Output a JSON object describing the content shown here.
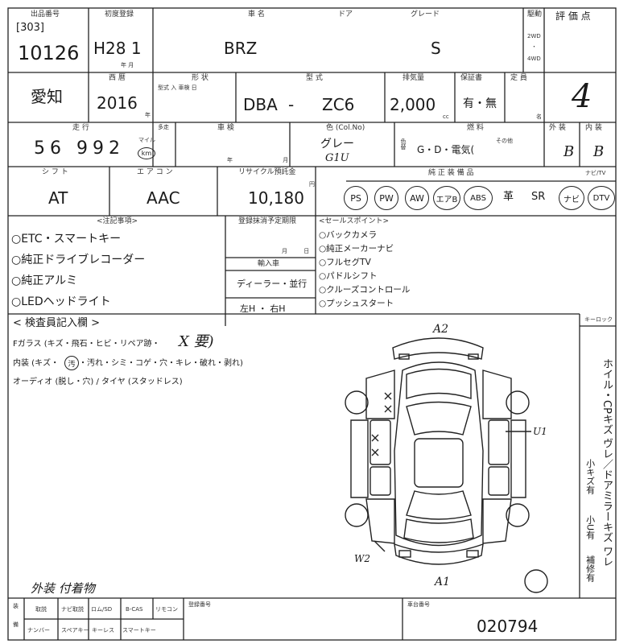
{
  "header": {
    "lot_label": "出品番号",
    "lot_prefix": "[303]",
    "lot_number": "10126",
    "first_reg_label": "初度登録",
    "first_reg": "H28 1",
    "first_reg_sub": "年 月",
    "car_name_label": "車 名",
    "car_name": "BRZ",
    "door_label": "ドア",
    "grade_label": "グレード",
    "grade": "S",
    "drive_label": "駆動",
    "drive_2wd": "2WD",
    "drive_dot": "・",
    "drive_4wd": "4WD",
    "score_label": "評 価 点"
  },
  "row2": {
    "region": "愛知",
    "year_label": "西 暦",
    "year": "2016",
    "year_unit": "年",
    "shape_label": "形 状",
    "shape_sub": "型式 入 車検 日",
    "model_label": "型 式",
    "model_prefix": "DBA",
    "model_dash": "-",
    "model_code": "ZC6",
    "displacement_label": "排気量",
    "displacement": "2,000",
    "displacement_unit": "cc",
    "warranty_label": "保証書",
    "warranty": "有・無",
    "capacity_label": "定 員",
    "capacity_unit": "名",
    "score": "4"
  },
  "row3": {
    "mileage_label": "走 行",
    "mileage_note": "多走",
    "mileage": "56 992",
    "mile_unit": "マイル",
    "km_unit": "km",
    "inspection_label": "車 検",
    "inspection_unit": "年 月",
    "color_label": "色 (Col.No)",
    "color": "グレー",
    "color_code": "G1U",
    "repaint_label": "色替",
    "fuel_label": "燃 料",
    "fuel": "G・D・電気(",
    "fuel_other": "その他",
    "exterior_label": "外 装",
    "exterior_grade": "B",
    "interior_label": "内 装",
    "interior_grade": "B"
  },
  "row4": {
    "shift_label": "シ フ ト",
    "shift": "AT",
    "ac_label": "エ ア コ ン",
    "ac": "AAC",
    "recycle_label": "リサイクル預託金",
    "recycle": "10,180",
    "recycle_unit": "円",
    "equipment_label": "純 正 装 備 品",
    "equipment": [
      "PS",
      "PW",
      "AW",
      "エアB",
      "ABS"
    ],
    "equipment_plain": [
      "革",
      "SR"
    ],
    "equipment_circled": [
      "ナビ",
      "DTV"
    ],
    "navi_label": "ナビ/TV"
  },
  "notes": {
    "label": "<注記事項>",
    "items": [
      "○ETC・スマートキー",
      "○純正ドライブレコーダー",
      "○純正アルミ",
      "○LEDヘッドライト"
    ]
  },
  "registration": {
    "label": "登録抹消予定期限",
    "date_unit": "月 日",
    "import_label": "輸入車",
    "import": "ディーラー・並行",
    "handle": "左H ・ 右H"
  },
  "sales_points": {
    "label": "<セールスポイント>",
    "items": [
      "○バックカメラ",
      "○純正メーカーナビ",
      "○フルセグTV",
      "○パドルシフト",
      "○クルーズコントロール",
      "○プッシュスタート"
    ]
  },
  "inspector": {
    "label": "< 検査員記入欄 >",
    "glass": "Fガラス (キズ・飛石・ヒビ・リペア跡・",
    "glass_mark": "X 要)",
    "interior": "内装 (キズ・",
    "interior_circled": "汚",
    "interior_rest": "・汚れ・シミ・コゲ・穴・キレ・破れ・剥れ)",
    "audio": "オーディオ (脱し・穴) / タイヤ (スタッドレス)",
    "exterior_attach": "外装 付着物"
  },
  "diagram": {
    "key_label": "キーロック",
    "mark_top": "A2",
    "mark_right": "U1",
    "mark_left": "W2",
    "mark_bottom": "A1",
    "side_notes_1": "ホイル・CPキズ ヴレ／ドアミラーキズ ワレ",
    "side_notes_2": "小キズ有",
    "side_notes_3": "小U有",
    "side_notes_4": "補修有"
  },
  "footer": {
    "row_label_1": "装",
    "row_label_2": "備",
    "items_top": [
      "取説",
      "ナビ取説",
      "ロム/SD",
      "B-CAS",
      "リモコン"
    ],
    "items_bottom": [
      "ナンバー",
      "スペアキー",
      "キーレス",
      "スマートキー"
    ],
    "reg_no_label": "登録番号",
    "chassis_label": "車台番号",
    "chassis": "020794"
  }
}
